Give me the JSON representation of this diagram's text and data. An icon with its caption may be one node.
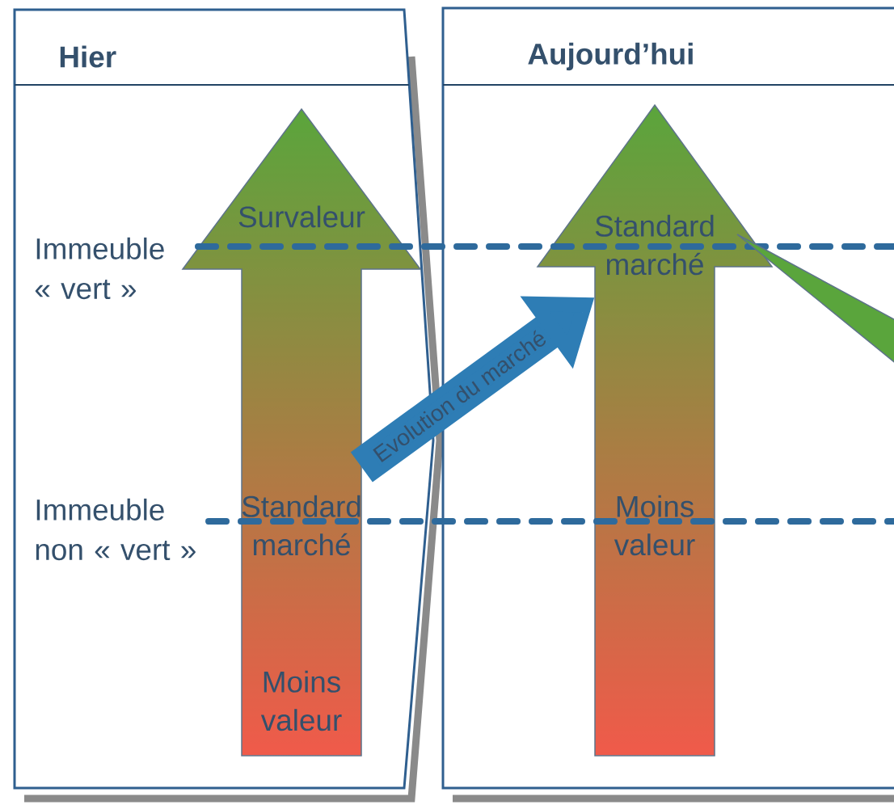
{
  "diagram": {
    "nodes": [
      {
        "text": [
          "Hier"
        ]
      },
      {
        "text": [
          "Survaleur",
          "Standard marché",
          "Moins valeur"
        ],
        "in": 0
      },
      {
        "text": [
          "Aujourd’hui"
        ]
      },
      {
        "text": [
          "Standard marché",
          "Moins valeur"
        ],
        "in": 2
      }
    ],
    "edges": [
      {
        "from": 1,
        "to": 3,
        "arrow": "to",
        "label": "Evolution du marché"
      }
    ],
    "labels": [
      "Immeuble « vert »",
      "Immeuble non « vert »"
    ]
  }
}
